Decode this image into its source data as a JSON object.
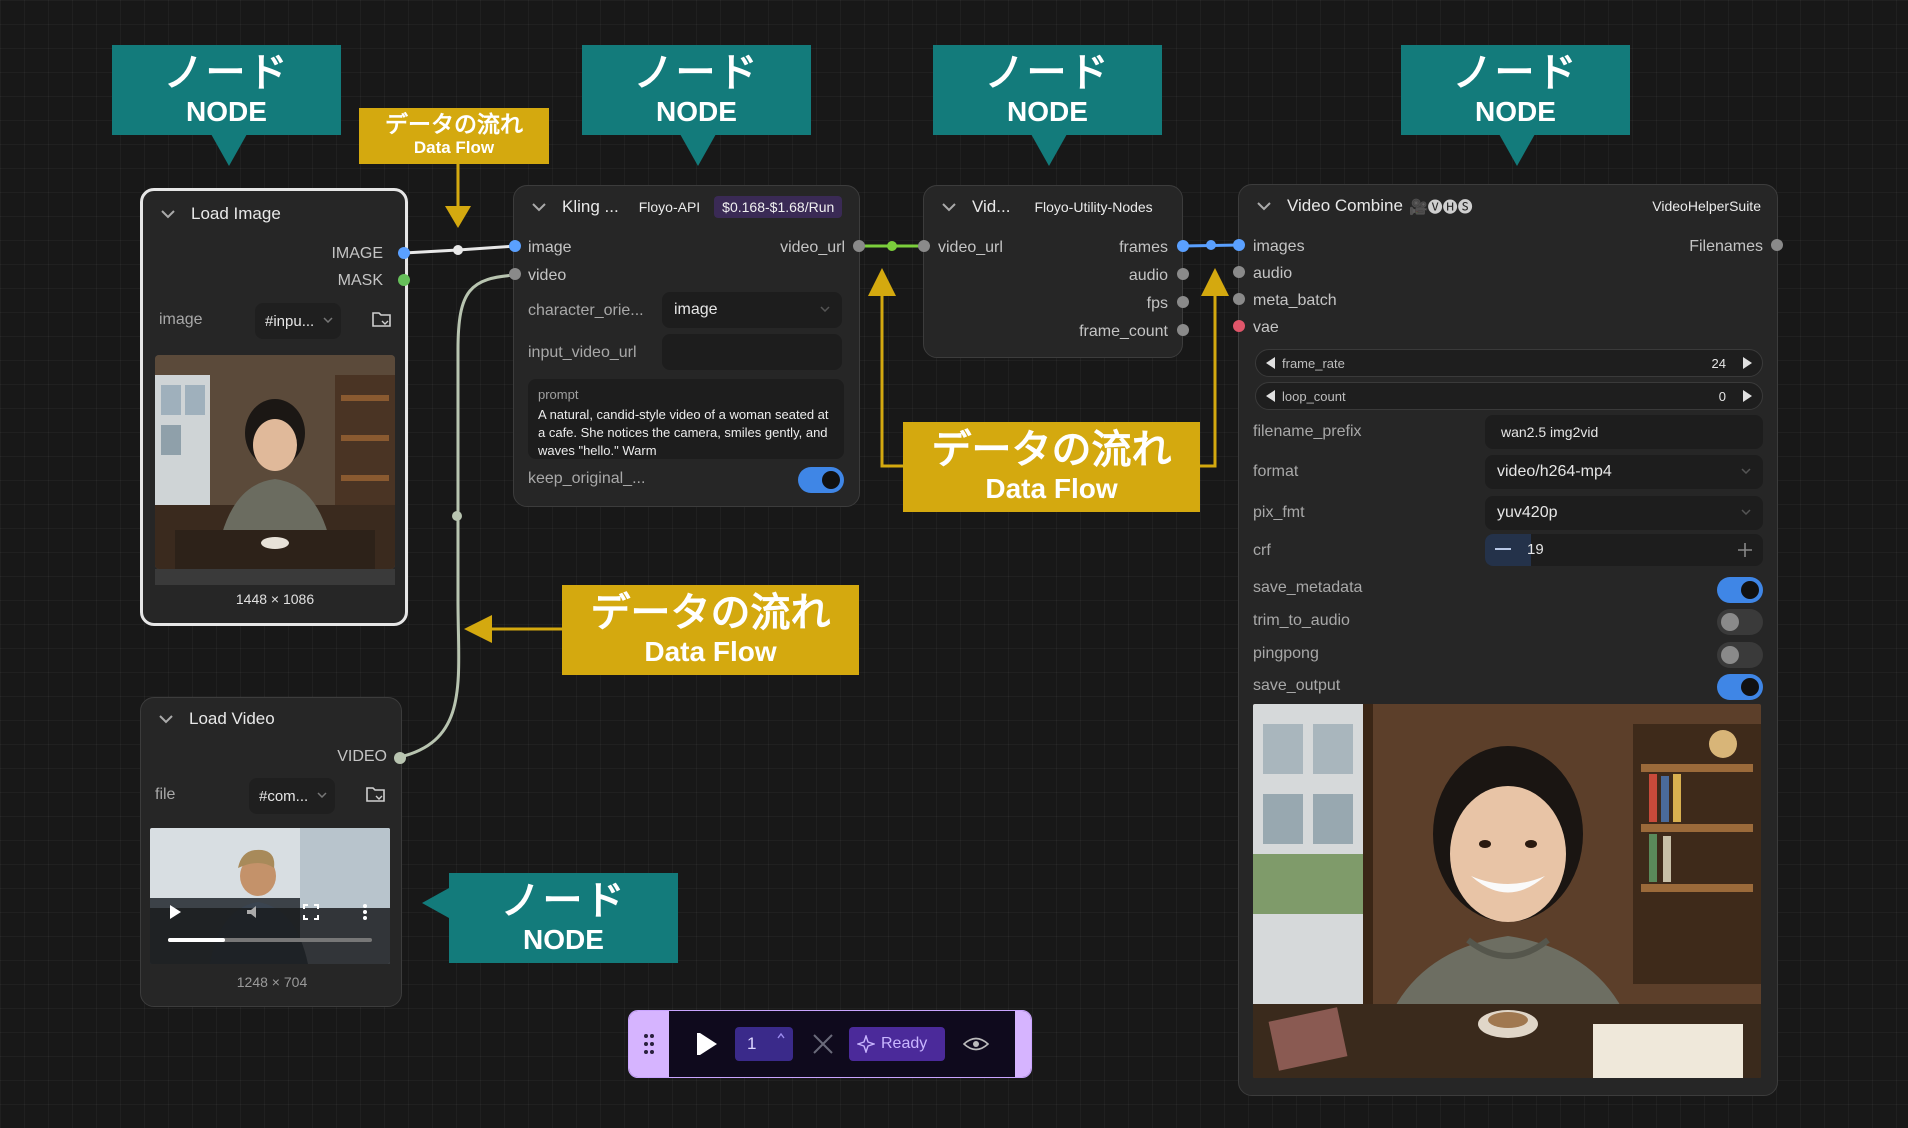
{
  "callouts": {
    "node_jp": "ノード",
    "node_en": "NODE",
    "flow_jp": "データの流れ",
    "flow_en": "Data Flow"
  },
  "load_image": {
    "title": "Load Image",
    "outputs": [
      "IMAGE",
      "MASK"
    ],
    "image_label": "image",
    "image_value": "#inpu...",
    "dims": "1448 × 1086"
  },
  "kling": {
    "title": "Kling ...",
    "tag": "Floyo-API",
    "price": "$0.168-$1.68/Run",
    "inputs": [
      "image",
      "video"
    ],
    "output": "video_url",
    "character_label": "character_orie...",
    "character_value": "image",
    "input_video_label": "input_video_url",
    "input_video_value": "",
    "prompt_label": "prompt",
    "prompt_text": "A natural, candid-style video of a woman seated at a cafe. She notices the camera, smiles gently, and waves \"hello.\" Warm",
    "keep_label": "keep_original_..."
  },
  "vid_node": {
    "title": "Vid...",
    "tag": "Floyo-Utility-Nodes",
    "input": "video_url",
    "outputs": [
      "frames",
      "audio",
      "fps",
      "frame_count"
    ]
  },
  "video_combine": {
    "title": "Video Combine",
    "badge": "🎥🅥🅗🅢",
    "tag": "VideoHelperSuite",
    "inputs": [
      "images",
      "audio",
      "meta_batch",
      "vae"
    ],
    "output": "Filenames",
    "frame_rate_label": "frame_rate",
    "frame_rate": "24",
    "loop_count_label": "loop_count",
    "loop_count": "0",
    "filename_prefix_label": "filename_prefix",
    "filename_prefix": "wan2.5 img2vid",
    "format_label": "format",
    "format": "video/h264-mp4",
    "pix_fmt_label": "pix_fmt",
    "pix_fmt": "yuv420p",
    "crf_label": "crf",
    "crf": "19",
    "save_metadata_label": "save_metadata",
    "trim_to_audio_label": "trim_to_audio",
    "pingpong_label": "pingpong",
    "save_output_label": "save_output",
    "toggles": {
      "save_metadata": true,
      "trim_to_audio": false,
      "pingpong": false,
      "save_output": true
    }
  },
  "load_video": {
    "title": "Load Video",
    "output": "VIDEO",
    "file_label": "file",
    "file_value": "#com...",
    "dims": "1248 × 704",
    "progress": 0.28
  },
  "toolbar": {
    "queue_count": "1",
    "status": "Ready"
  },
  "colors": {
    "teal": "#137b7b",
    "gold": "#d4a90f",
    "image_link": "#5aa0ff",
    "mask_link": "#66c05a",
    "video_link": "#a9bca0",
    "url_link": "#7ccf3c",
    "frames_link": "#5aa0ff",
    "vae_slot": "#e0566a"
  }
}
